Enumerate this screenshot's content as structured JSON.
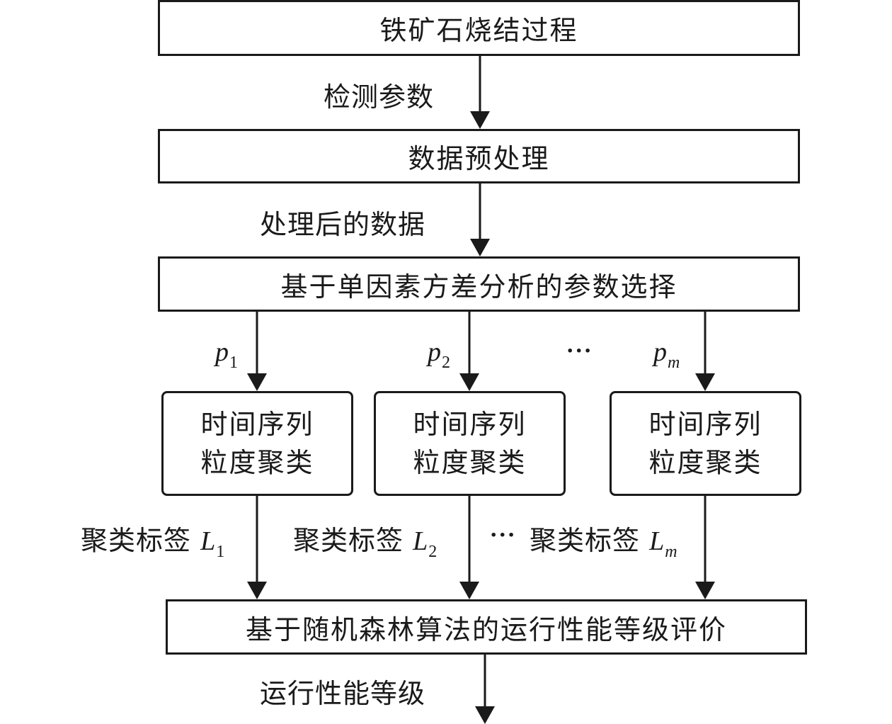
{
  "nodes": {
    "sintering_process": "铁矿石烧结过程",
    "preprocessing": "数据预处理",
    "param_selection": "基于单因素方差分析的参数选择",
    "clustering_1": [
      "时间序列",
      "粒度聚类"
    ],
    "clustering_2": [
      "时间序列",
      "粒度聚类"
    ],
    "clustering_m": [
      "时间序列",
      "粒度聚类"
    ],
    "evaluation": "基于随机森林算法的运行性能等级评价"
  },
  "edges": {
    "detection_params": "检测参数",
    "processed_data": "处理后的数据",
    "p1": {
      "var": "p",
      "sub": "1"
    },
    "p2": {
      "var": "p",
      "sub": "2"
    },
    "pm": {
      "var": "p",
      "sub": "m"
    },
    "label_1": {
      "text": "聚类标签",
      "var": "L",
      "sub": "1"
    },
    "label_2": {
      "text": "聚类标签",
      "var": "L",
      "sub": "2"
    },
    "label_m": {
      "text": "聚类标签",
      "var": "L",
      "sub": "m"
    },
    "performance_grade": "运行性能等级"
  },
  "ellipsis": "···"
}
